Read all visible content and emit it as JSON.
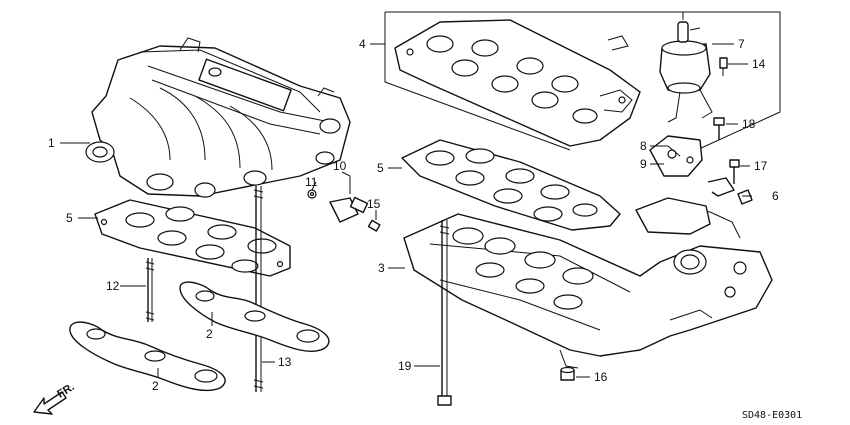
{
  "diagram": {
    "code": "SD48-E0301",
    "direction_label": "FR.",
    "callouts": {
      "c1": "1",
      "c2a": "2",
      "c2b": "2",
      "c3": "3",
      "c4": "4",
      "c5a": "5",
      "c5b": "5",
      "c6": "6",
      "c7": "7",
      "c8": "8",
      "c9": "9",
      "c10": "10",
      "c11": "11",
      "c12": "12",
      "c13": "13",
      "c14": "14",
      "c15": "15",
      "c16": "16",
      "c17": "17",
      "c18": "18",
      "c19": "19"
    }
  }
}
